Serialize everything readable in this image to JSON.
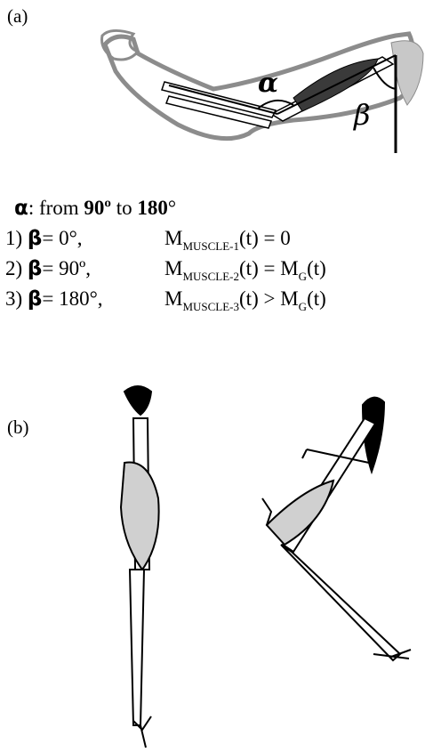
{
  "panels": {
    "a": "(a)",
    "b": "(b)"
  },
  "figure_symbols": {
    "alpha": "α",
    "beta": "β"
  },
  "conditions": {
    "alpha_line": {
      "symbol": "α",
      "from_text": ": from",
      "start": "90º",
      "to_text": "to",
      "end": "180",
      "unit": "°"
    },
    "rows": [
      {
        "num": "1)",
        "beta": "β",
        "angle": "= 0°,",
        "m": "M",
        "m_sub": "MUSCLE-1",
        "t": "(t)",
        "op": "=",
        "rhs": "0",
        "rhs_sub": "",
        "rhs_t": ""
      },
      {
        "num": "2)",
        "beta": "β",
        "angle": "= 90º,",
        "m": "M",
        "m_sub": "MUSCLE-2",
        "t": "(t)",
        "op": "=",
        "rhs": "M",
        "rhs_sub": "G",
        "rhs_t": "(t)"
      },
      {
        "num": "3)",
        "beta": "β",
        "angle": "= 180°,",
        "m": "M",
        "m_sub": "MUSCLE-3",
        "t": "(t)",
        "op": ">",
        "rhs": "M",
        "rhs_sub": "G",
        "rhs_t": "(t)"
      }
    ]
  },
  "colors": {
    "ink": "#000000",
    "outline_gray": "#8c8c8c",
    "muscle_dark": "#3a3a3a",
    "muscle_light": "#b5b5b5",
    "scapula": "#c8c8c8"
  }
}
